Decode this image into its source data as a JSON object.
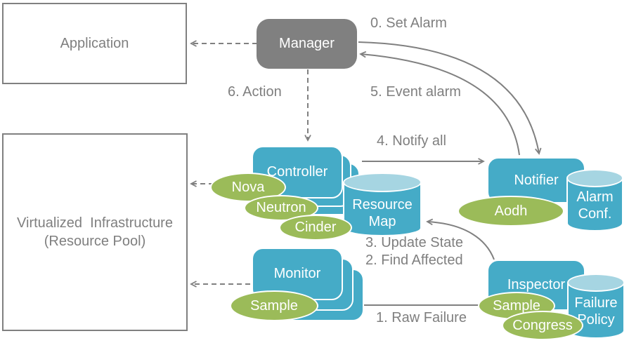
{
  "colors": {
    "node_blue": "#45abc7",
    "cylinder_top_blue": "#a6d5e2",
    "plugin_green": "#9bbb59",
    "manager_gray": "#808080",
    "text_gray": "#7f7f7f"
  },
  "nodes": {
    "application": {
      "label": "Application"
    },
    "infrastructure": {
      "label": "Virtualized  Infrastructure\n(Resource Pool)"
    },
    "manager": {
      "label": "Manager"
    },
    "controller": {
      "label": "Controller"
    },
    "monitor": {
      "label": "Monitor"
    },
    "notifier": {
      "label": "Notifier"
    },
    "inspector": {
      "label": "Inspector"
    }
  },
  "datastores": {
    "resource_map": {
      "label": "Resource\nMap"
    },
    "alarm_conf": {
      "label": "Alarm\nConf."
    },
    "failure_policy": {
      "label": "Failure\nPolicy"
    }
  },
  "plugins": {
    "nova": {
      "label": "Nova"
    },
    "neutron": {
      "label": "Neutron"
    },
    "cinder": {
      "label": "Cinder"
    },
    "monitor_sample": {
      "label": "Sample"
    },
    "aodh": {
      "label": "Aodh"
    },
    "inspector_sample": {
      "label": "Sample"
    },
    "congress": {
      "label": "Congress"
    }
  },
  "steps": {
    "set_alarm": "0. Set Alarm",
    "event_alarm": "5. Event alarm",
    "action": "6. Action",
    "notify_all": "4. Notify all",
    "update_state": "3. Update State",
    "find_affected": "2. Find Affected",
    "raw_failure": "1. Raw Failure"
  }
}
